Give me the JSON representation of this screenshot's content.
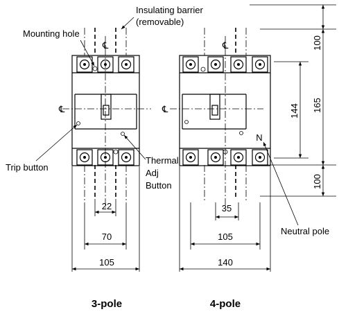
{
  "labels": {
    "insulating_barrier": "Insulating barrier",
    "removable": "(removable)",
    "mounting_hole": "Mounting hole",
    "trip_button": "Trip button",
    "thermal": "Thermal",
    "adj": "Adj",
    "button": "Button",
    "neutral_pole": "Neutral pole",
    "centerline": "℄",
    "neutral_mark": "N"
  },
  "dimensions": {
    "d22": "22",
    "d70": "70",
    "d105_3p": "105",
    "d35": "35",
    "d105_4p": "105",
    "d140": "140",
    "d100_top": "100",
    "d144": "144",
    "d165": "165",
    "d100_bottom": "100"
  },
  "captions": {
    "three_pole": "3-pole",
    "four_pole": "4-pole"
  }
}
